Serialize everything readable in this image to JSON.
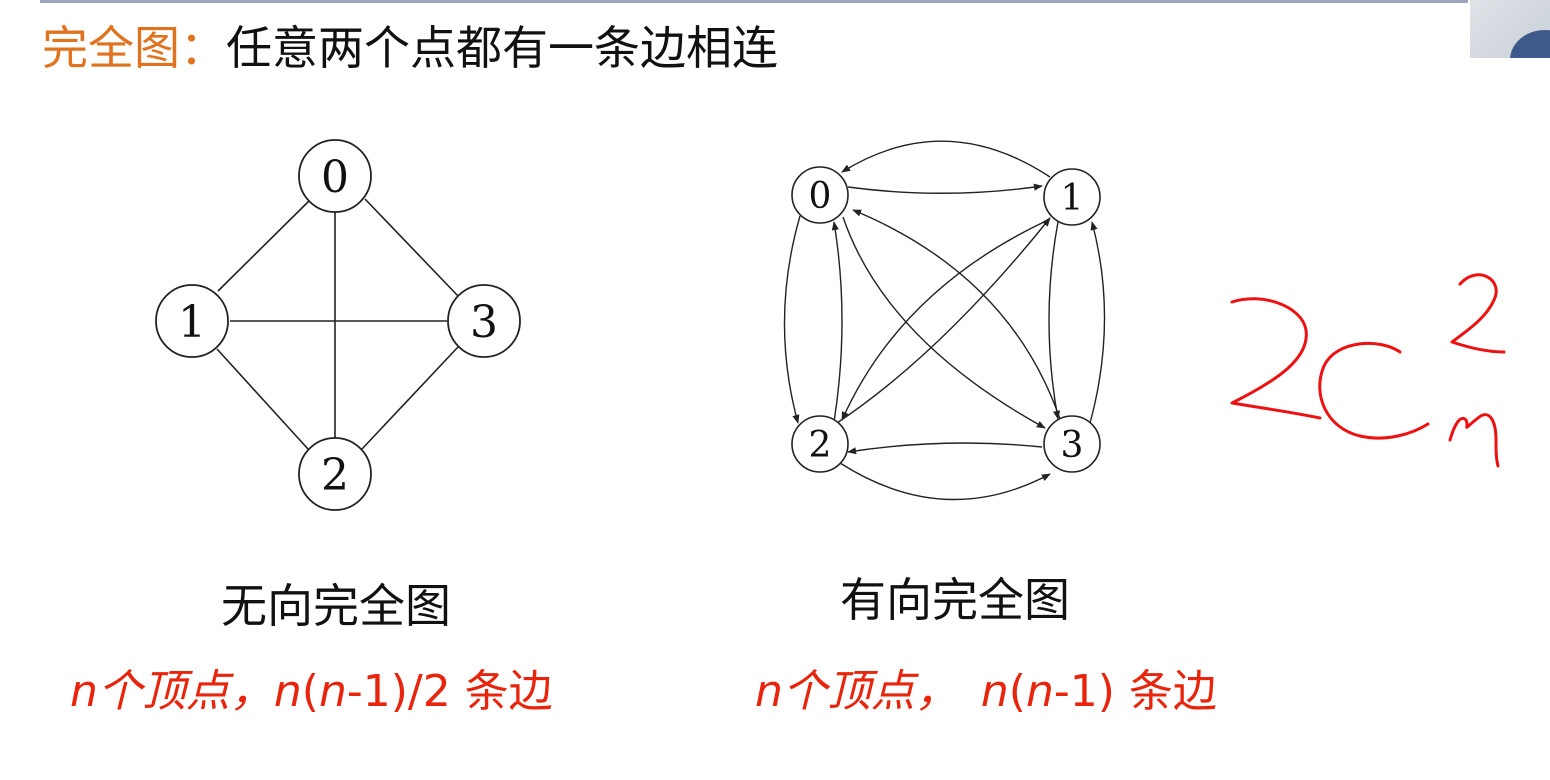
{
  "title": {
    "term": "完全图",
    "colon": "：",
    "description": "任意两个点都有一条边相连"
  },
  "undirected": {
    "caption": "无向完全图",
    "formula_n": "n",
    "formula_mid": "个顶点，",
    "formula_n2": "n",
    "formula_paren": "(",
    "formula_n3": "n",
    "formula_tail": "-1)/2 条边",
    "nodes": [
      "0",
      "1",
      "3",
      "2"
    ]
  },
  "directed": {
    "caption": "有向完全图",
    "formula_n": "n",
    "formula_mid": "个顶点，",
    "formula_n2": "n",
    "formula_paren": "(",
    "formula_n3": "n",
    "formula_tail": "-1) 条边",
    "nodes": [
      "0",
      "1",
      "2",
      "3"
    ]
  },
  "handwriting_note": "2C²ₙ",
  "colors": {
    "accent_orange": "#e0731f",
    "formula_red": "#e8250c",
    "ink_red": "#ee1111",
    "line": "#222222"
  }
}
